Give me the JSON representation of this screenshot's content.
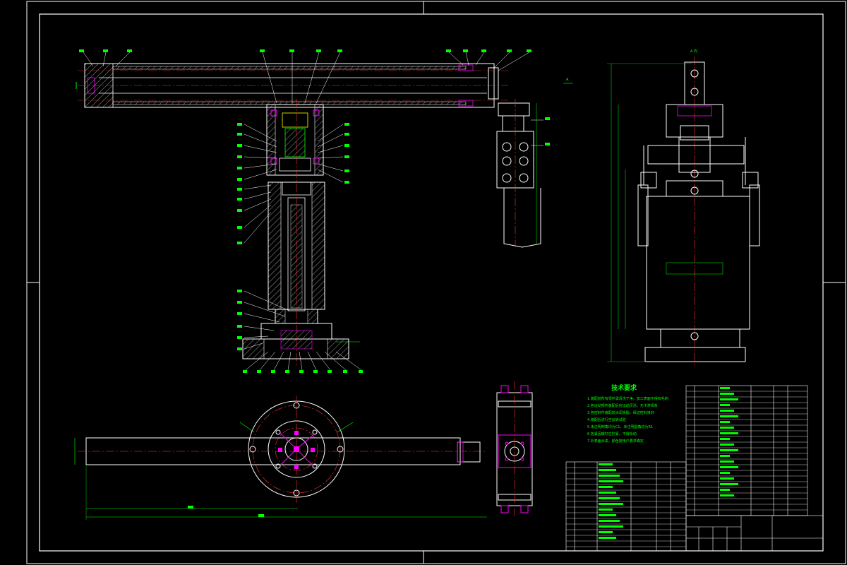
{
  "drawing": {
    "tech_req_title": "技术要求",
    "tech_req_lines": [
      "1.装配前所有零件需清洗干净，加工表面不得有毛刺",
      "2.各运动部件装配后应运动灵活，无卡滞现象",
      "3.各密封件装配前涂润滑脂，保证密封良好",
      "4.装配后进行空运转试验",
      "5.未注明倒角均为C1，未注明圆角均为R1",
      "6.各紧固螺钉应拧紧，不得松动",
      "7.外表面涂漆，颜色按用户要求确定"
    ],
    "view_label_a": "A 向",
    "view_label_side": "A"
  },
  "colors": {
    "line": "#ffffff",
    "text": "#00ff00",
    "center": "#ff3030",
    "hidden": "#ffff00",
    "accent": "#ff00ff",
    "dim": "#00ff00"
  }
}
